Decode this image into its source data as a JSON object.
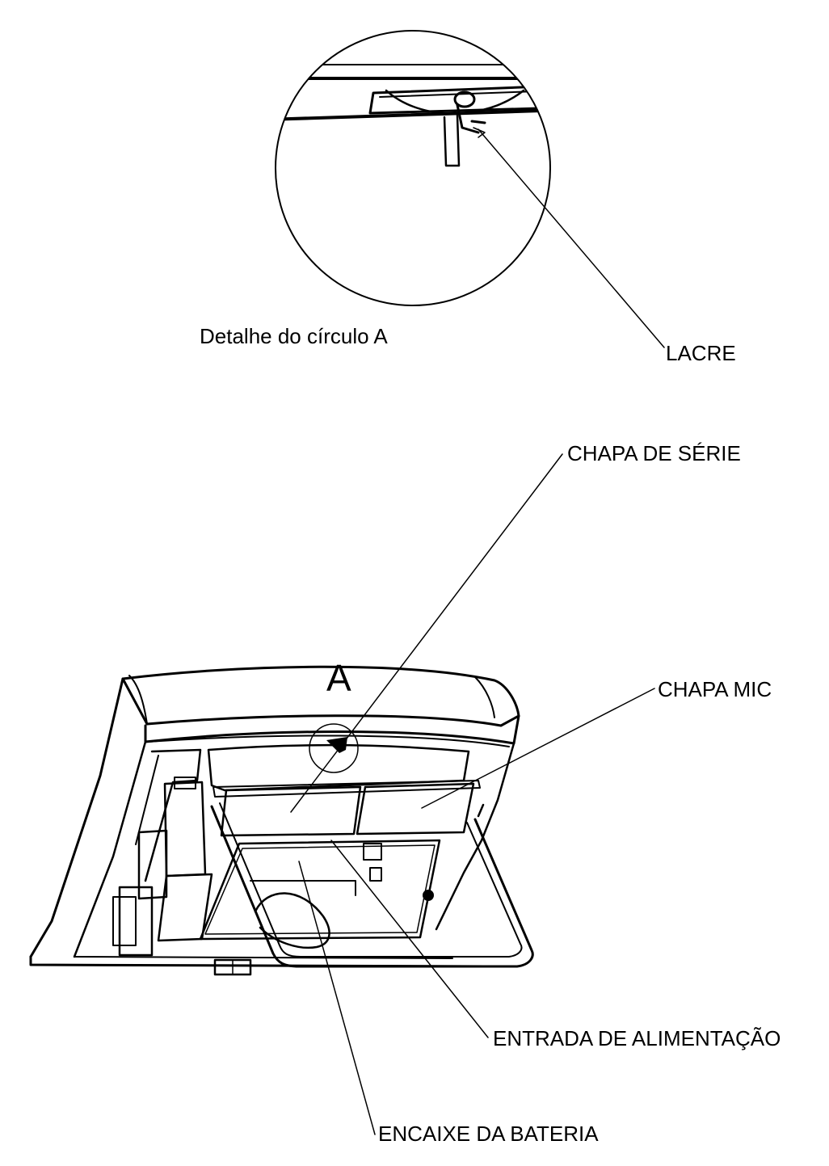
{
  "detail": {
    "caption": "Detalhe do círculo A",
    "seal_label": "LACRE"
  },
  "device": {
    "circle_letter": "A",
    "callouts": {
      "serial_plate": "CHAPA DE SÉRIE",
      "mic_plate": "CHAPA MIC",
      "power_input": "ENTRADA DE ALIMENTAÇÃO",
      "battery_slot": "ENCAIXE DA BATERIA"
    }
  },
  "colors": {
    "line": "#000000",
    "background": "#ffffff"
  }
}
